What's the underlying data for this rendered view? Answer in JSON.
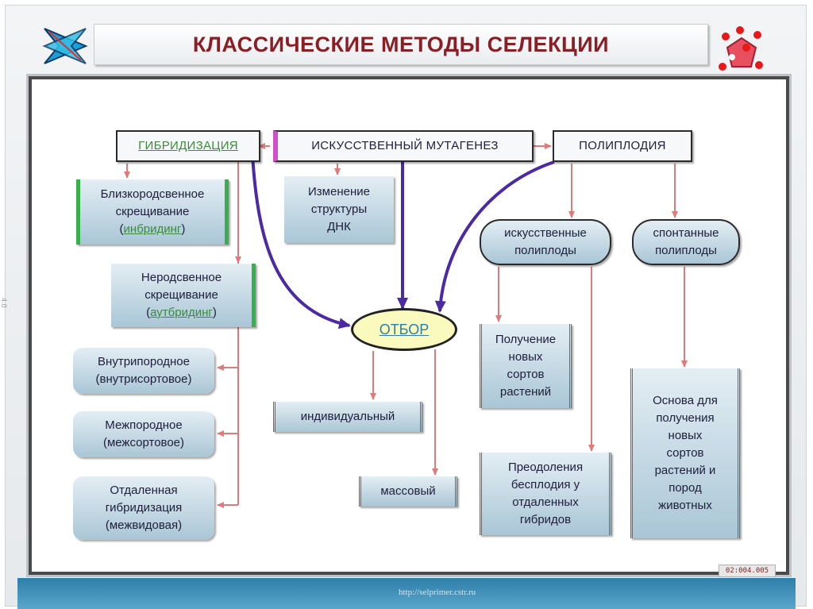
{
  "title": "КЛАССИЧЕСКИЕ МЕТОДЫ СЕЛЕКЦИИ",
  "footer_url_text": "http://selprimer.cstr.ru",
  "slide_stamp": "02:004.005",
  "side_mark": "4.0",
  "colors": {
    "title": "#8b1e24",
    "arrow_red": "#e07a7a",
    "arrow_purple": "#4b2aa3",
    "accent_green": "#36b04a",
    "link_green": "#3a8c3a"
  },
  "top": {
    "hybridization": "ГИБРИДИЗАЦИЯ",
    "mutagenesis": "ИСКУССТВЕННЫЙ МУТАГЕНЕЗ",
    "polyploidy": "ПОЛИПЛОДИЯ"
  },
  "hybrid": {
    "inbreeding": {
      "line1": "Близкородсвенное",
      "line2": "скрещивание",
      "open": "(",
      "term": "инбридинг",
      "close": ")"
    },
    "outbreeding": {
      "line1": "Неродсвенное",
      "line2": "скрещивание",
      "open": "(",
      "term": "аутбридинг",
      "close": ")"
    },
    "intrabreed": {
      "line1": "Внутрипородное",
      "line2": "(внутрисортовое)"
    },
    "interbreed": {
      "line1": "Межпородное",
      "line2": "(межсортовое)"
    },
    "distant": {
      "line1": "Отдаленная",
      "line2": "гибридизация",
      "line3": "(межвидовая)"
    }
  },
  "mutagenesis": {
    "dna": {
      "line1": "Изменение",
      "line2": "структуры",
      "line3": "ДНК"
    }
  },
  "selection": {
    "label": "ОТБОР",
    "individual": "индивидуальный",
    "mass": "массовый"
  },
  "polyploidy": {
    "artificial": {
      "line1": "искусственные",
      "line2": "полиплоды"
    },
    "spontaneous": {
      "line1": "спонтанные",
      "line2": "полиплоды"
    },
    "new_varieties": {
      "line1": "Получение",
      "line2": "новых",
      "line3": "сортов",
      "line4": "растений"
    },
    "overcome": {
      "line1": "Преодоления",
      "line2": "бесплодия у",
      "line3": "отдаленных",
      "line4": "гибридов"
    },
    "basis": {
      "line1": "Основа для",
      "line2": "получения",
      "line3": "новых",
      "line4": "сортов",
      "line5": "растений и",
      "line6": "пород",
      "line7": "животных"
    }
  }
}
